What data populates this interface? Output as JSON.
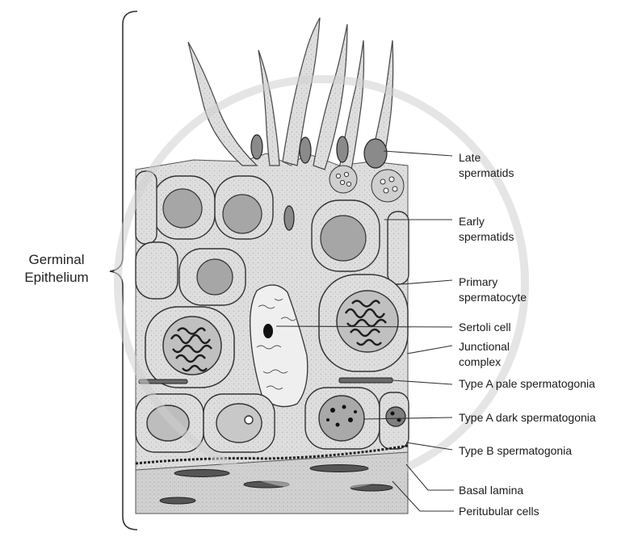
{
  "group": {
    "line1": "Germinal",
    "line2": "Epithelium"
  },
  "labels": {
    "late_spermatids": [
      "Late",
      "spermatids"
    ],
    "early_spermatids": [
      "Early",
      "spermatids"
    ],
    "primary_spermatocyte": [
      "Primary",
      "spermatocyte"
    ],
    "sertoli_cell": [
      "Sertoli cell"
    ],
    "junctional_complex": [
      "Junctional",
      "complex"
    ],
    "type_a_pale": [
      "Type A pale spermatogonia"
    ],
    "type_a_dark": [
      "Type A dark spermatogonia"
    ],
    "type_b": [
      "Type B spermatogonia"
    ],
    "basal_lamina": [
      "Basal lamina"
    ],
    "peritubular_cells": [
      "Peritubular cells"
    ]
  },
  "colors": {
    "cytoplasm": "#dcdcdc",
    "membrane": "#3a3a3a",
    "nucleus": "#a9a9a9",
    "chromatin": "#1e1e1e",
    "leader_line": "#333333",
    "watermark": "#d4d4d4"
  }
}
